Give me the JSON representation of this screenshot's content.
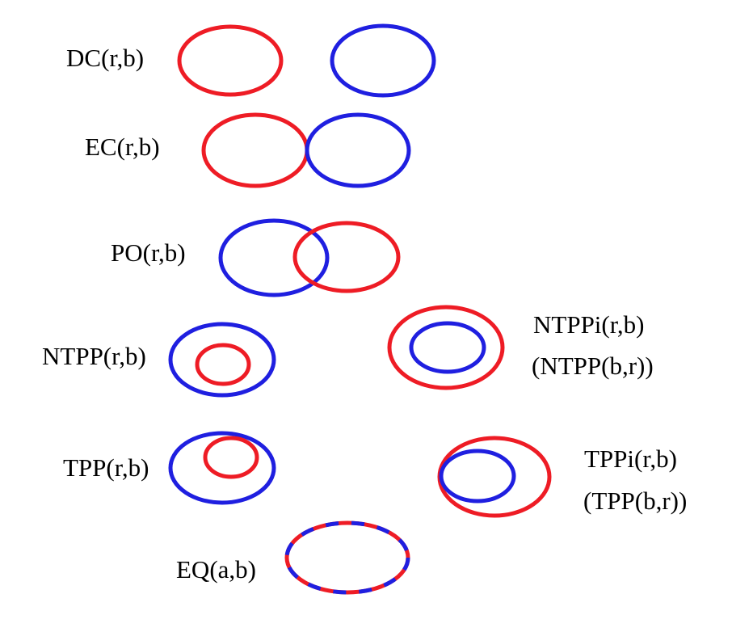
{
  "colors": {
    "r": "#ee1c25",
    "b": "#1f1fe0",
    "text": "#000000"
  },
  "relations": {
    "dc": {
      "label": "DC(r,b)"
    },
    "ec": {
      "label": "EC(r,b)"
    },
    "po": {
      "label": "PO(r,b)"
    },
    "ntpp": {
      "label": "NTPP(r,b)"
    },
    "ntppi": {
      "label": "NTPPi(r,b)",
      "sublabel": "(NTPP(b,r))"
    },
    "tpp": {
      "label": "TPP(r,b)"
    },
    "tppi": {
      "label": "TPPi(r,b)",
      "sublabel": "(TPP(b,r))"
    },
    "eq": {
      "label": "EQ(a,b)"
    }
  }
}
